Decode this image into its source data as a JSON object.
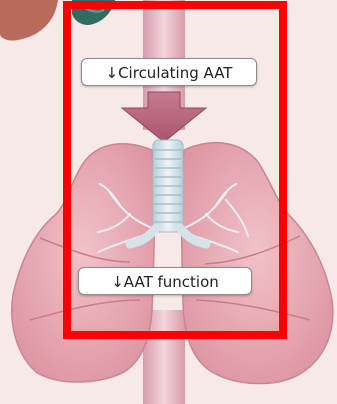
{
  "labels": {
    "circulating_aat": "↓Circulating AAT",
    "aat_function": "↓AAT function"
  },
  "colors": {
    "background": "#f6e9e8",
    "lung": "#e6a3ac",
    "arrow": "#b8667e",
    "highlight_frame": "#ff0000",
    "label_border": "#8c8c8c"
  },
  "icons": [
    "liver-organ",
    "lungs-organ",
    "trachea",
    "down-arrow"
  ]
}
